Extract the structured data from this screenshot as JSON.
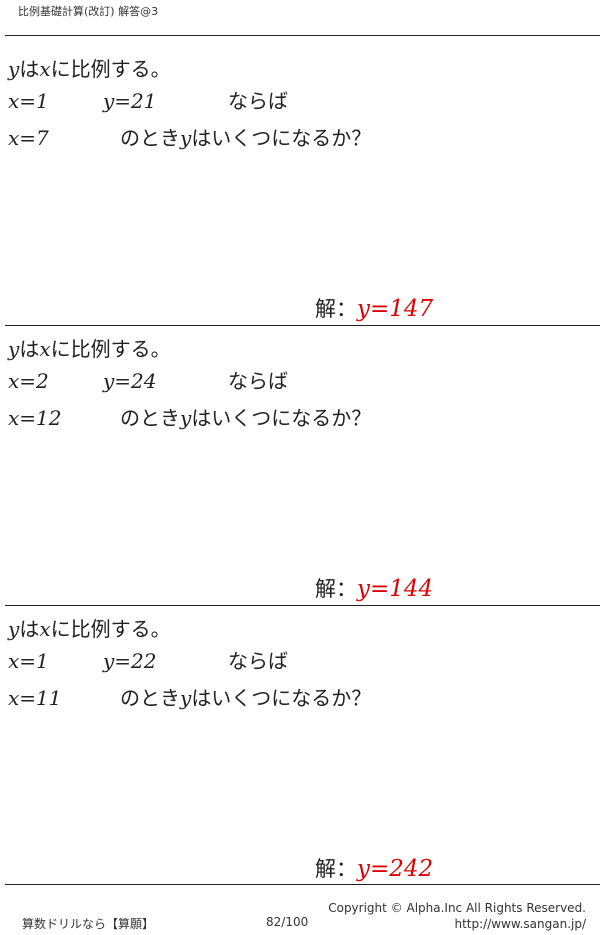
{
  "header": {
    "title": "比例基礎計算(改訂) 解答@3"
  },
  "problems": [
    {
      "statement_var": "y",
      "statement_mid": "は",
      "statement_var2": "x",
      "statement_end": "に比例する。",
      "given_x": "x=1",
      "given_y": "y=21",
      "given_suffix": "ならば",
      "query_x": "x=7",
      "query_prefix": "のとき",
      "query_var": "y",
      "query_suffix": "はいくつになるか？",
      "answer_label": "解：",
      "answer_value": "y=147"
    },
    {
      "statement_var": "y",
      "statement_mid": "は",
      "statement_var2": "x",
      "statement_end": "に比例する。",
      "given_x": "x=2",
      "given_y": "y=24",
      "given_suffix": "ならば",
      "query_x": "x=12",
      "query_prefix": "のとき",
      "query_var": "y",
      "query_suffix": "はいくつになるか？",
      "answer_label": "解：",
      "answer_value": "y=144"
    },
    {
      "statement_var": "y",
      "statement_mid": "は",
      "statement_var2": "x",
      "statement_end": "に比例する。",
      "given_x": "x=1",
      "given_y": "y=22",
      "given_suffix": "ならば",
      "query_x": "x=11",
      "query_prefix": "のとき",
      "query_var": "y",
      "query_suffix": "はいくつになるか？",
      "answer_label": "解：",
      "answer_value": "y=242"
    }
  ],
  "footer": {
    "left": "算数ドリルなら【算願】",
    "page": "82/100",
    "copyright": "Copyright ©  Alpha.Inc All Rights Reserved.",
    "url": "http://www.sangan.jp/"
  },
  "colors": {
    "answer": "#e00000",
    "text": "#222222"
  }
}
